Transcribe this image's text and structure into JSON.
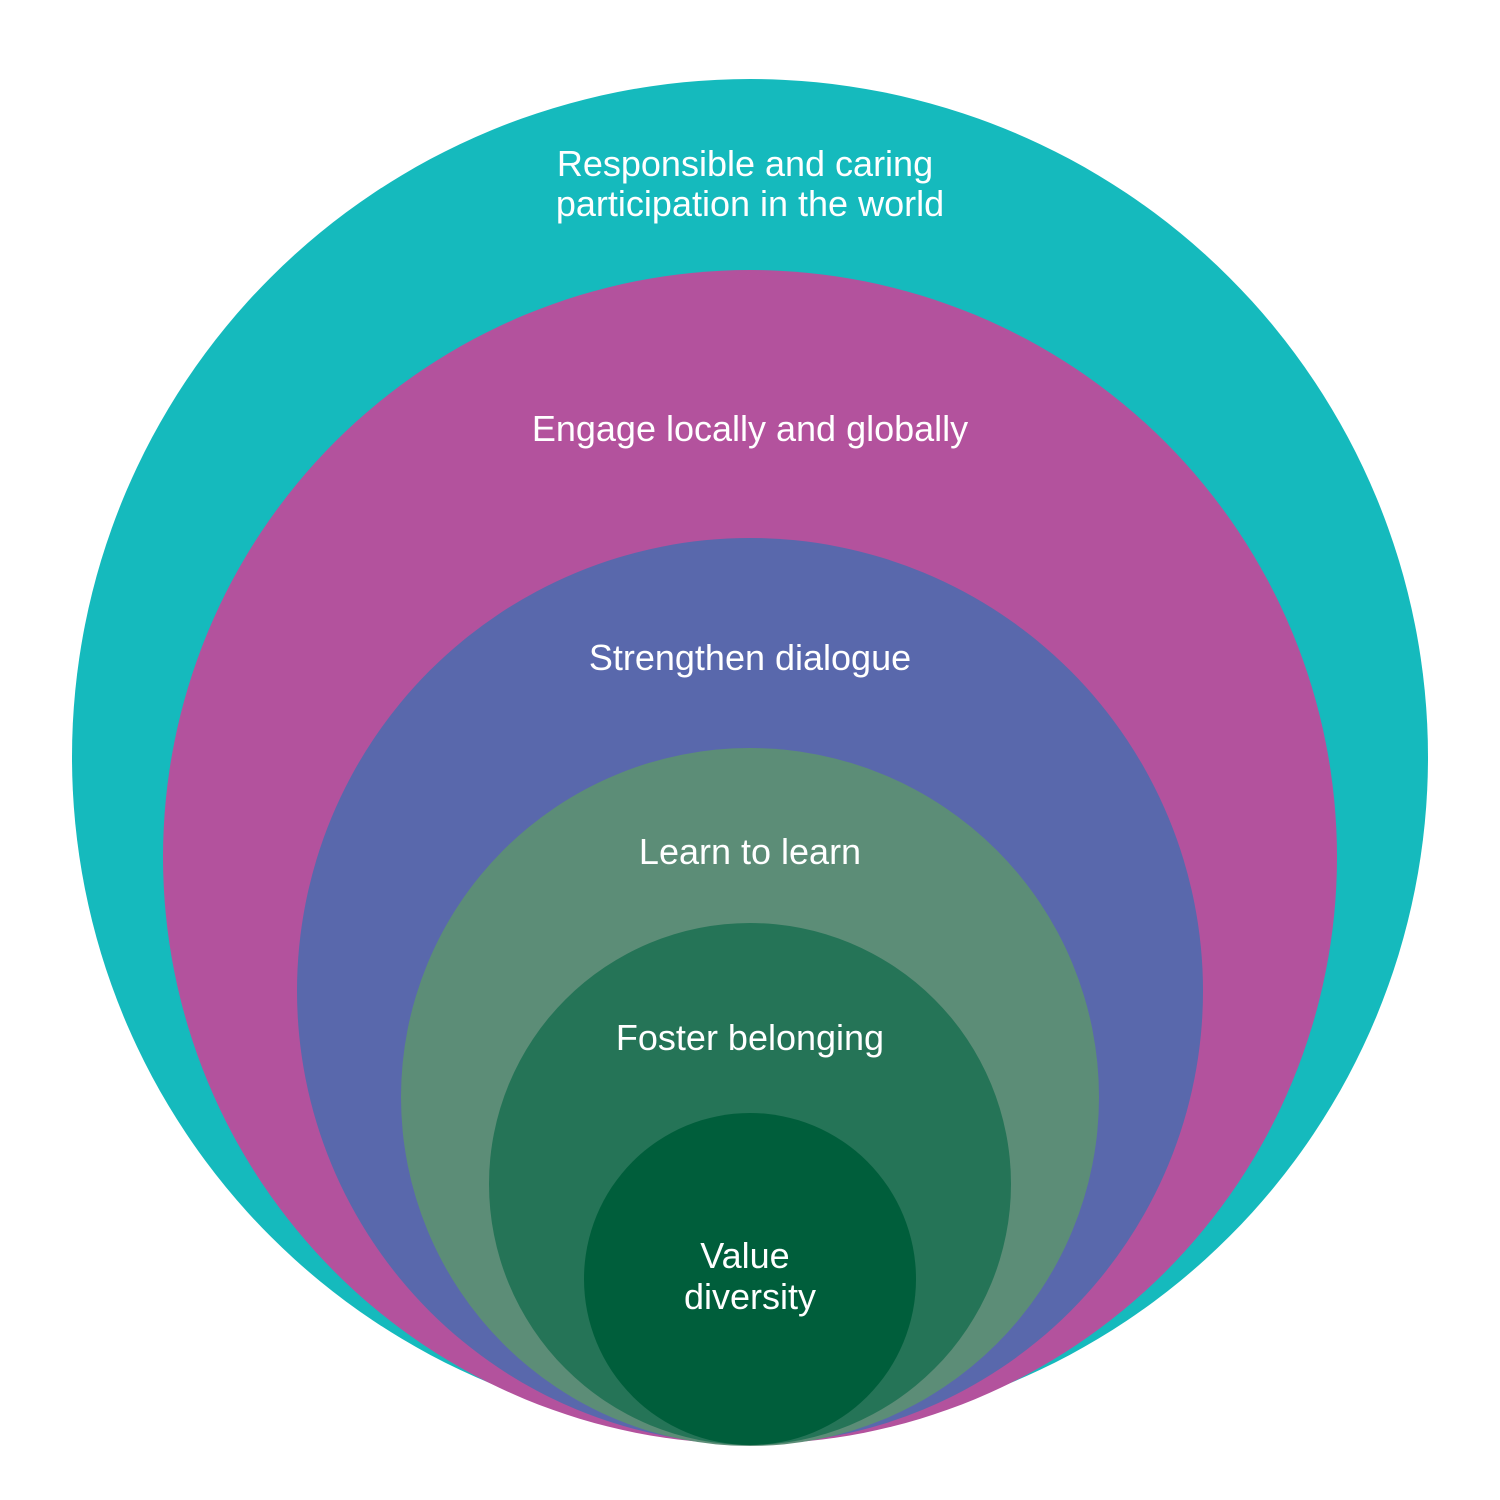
{
  "diagram": {
    "layers": [
      {
        "lines": [
          "Responsible and caring",
          "participation in the world"
        ],
        "color": "#15BABD"
      },
      {
        "lines": [
          "Engage locally and globally"
        ],
        "color": "#B3529D"
      },
      {
        "lines": [
          "Strengthen dialogue"
        ],
        "color": "#5968AC"
      },
      {
        "lines": [
          "Learn to learn"
        ],
        "color": "#5C8D77"
      },
      {
        "lines": [
          "Foster belonging"
        ],
        "color": "#257457"
      },
      {
        "lines": [
          "Value",
          "diversity"
        ],
        "color": "#005E3B"
      }
    ]
  }
}
